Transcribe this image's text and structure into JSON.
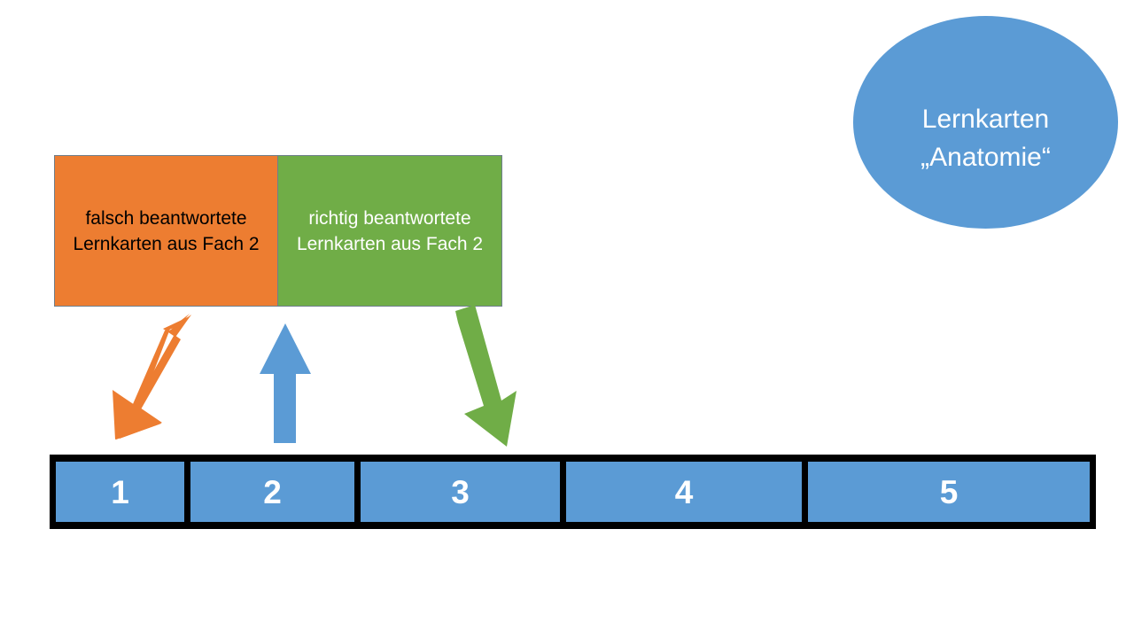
{
  "topic": {
    "label_line1": "Lernkarten",
    "label_line2": "„Anatomie“",
    "color": "#5B9BD5",
    "text_color": "#FFFFFF"
  },
  "answer_boxes": {
    "wrong": {
      "text": "falsch beantwortete Lernkarten aus Fach 2",
      "color": "#ED7D31",
      "text_color": "#000000"
    },
    "correct": {
      "text": "richtig beantwortete Lernkarten aus Fach 2",
      "color": "#70AD47",
      "text_color": "#FFFFFF"
    }
  },
  "arrows": [
    {
      "name": "wrong-to-compartment-1",
      "direction": "down-left",
      "color": "#ED7D31",
      "from": "falsch beantwortete Lernkarten aus Fach 2",
      "to": "1"
    },
    {
      "name": "compartment-2-to-boxes",
      "direction": "up",
      "color": "#5B9BD5",
      "from": "2",
      "to": "Lernkarten aus Fach 2"
    },
    {
      "name": "correct-to-compartment-3",
      "direction": "down-right",
      "color": "#70AD47",
      "from": "richtig beantwortete Lernkarten aus Fach 2",
      "to": "3"
    }
  ],
  "compartments": {
    "frame_color": "#000000",
    "box_color": "#5B9BD5",
    "label_color": "#FFFFFF",
    "items": [
      {
        "label": "1"
      },
      {
        "label": "2"
      },
      {
        "label": "3"
      },
      {
        "label": "4"
      },
      {
        "label": "5"
      }
    ]
  }
}
